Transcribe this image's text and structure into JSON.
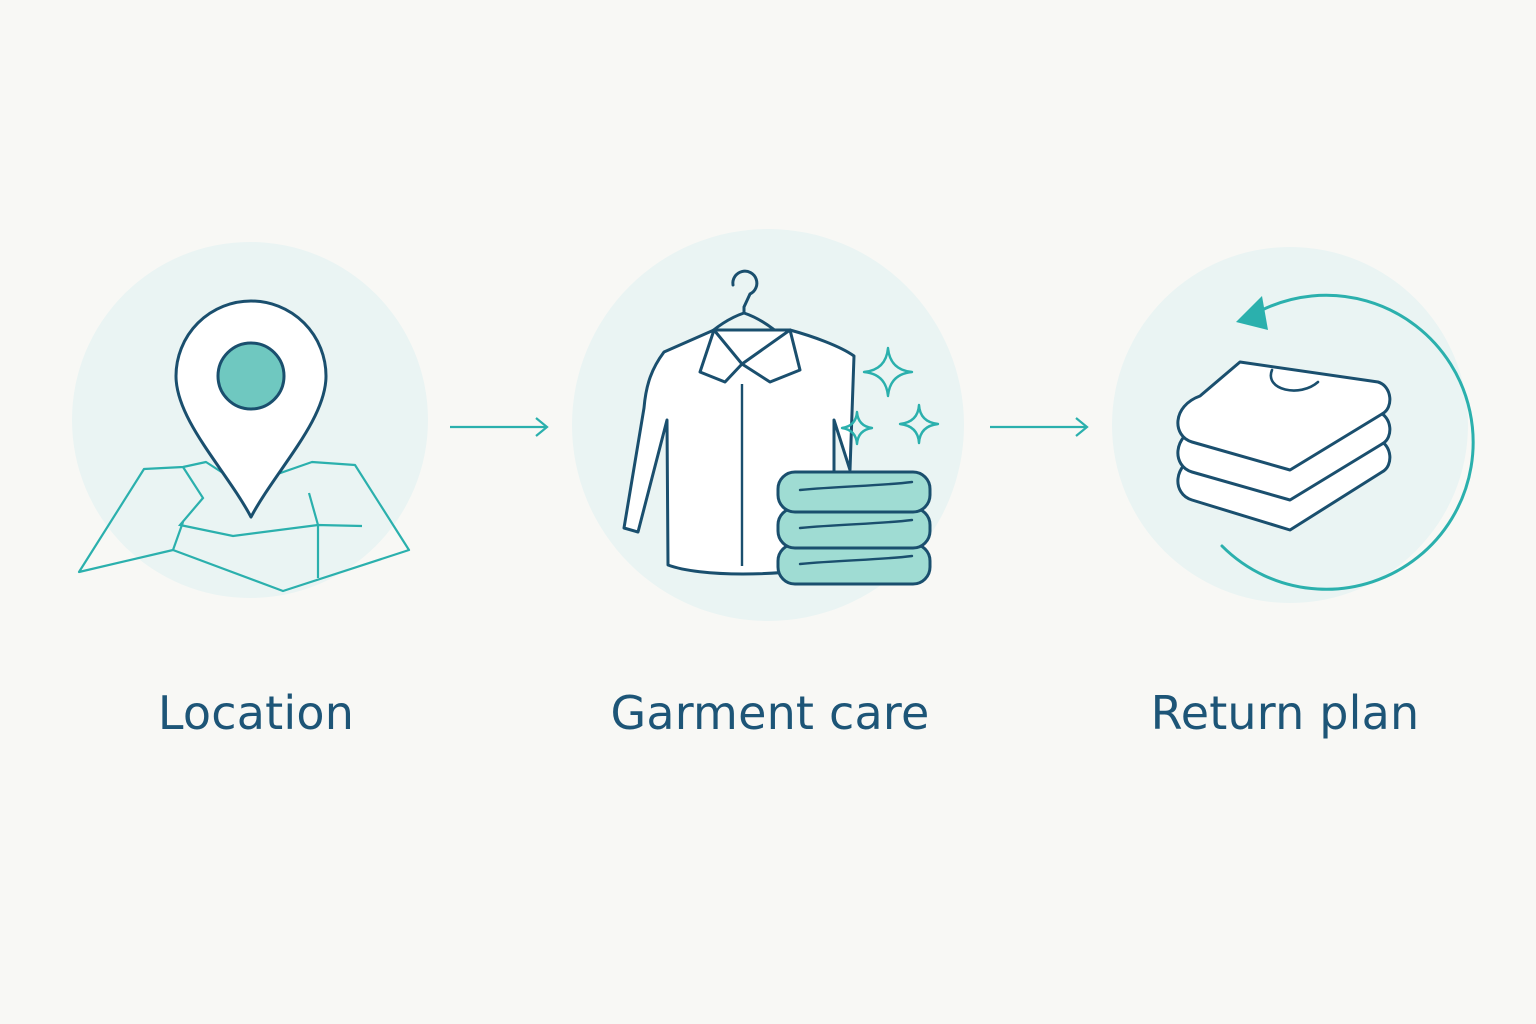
{
  "colors": {
    "background": "#f8f8f5",
    "circle_fill": "#eaf4f3",
    "outline": "#1a4f6e",
    "accent": "#2bb0ad",
    "accent_soft": "#a8e0d8",
    "label_text": "#1d5577"
  },
  "steps": [
    {
      "label": "Location",
      "icon": "location-pin-on-map-icon"
    },
    {
      "label": "Garment care",
      "icon": "shirt-on-hanger-with-folded-towels-icon"
    },
    {
      "label": "Return plan",
      "icon": "folded-clothes-with-return-arrow-icon"
    }
  ],
  "connectors": [
    {
      "icon": "arrow-right-icon"
    },
    {
      "icon": "arrow-right-icon"
    }
  ]
}
